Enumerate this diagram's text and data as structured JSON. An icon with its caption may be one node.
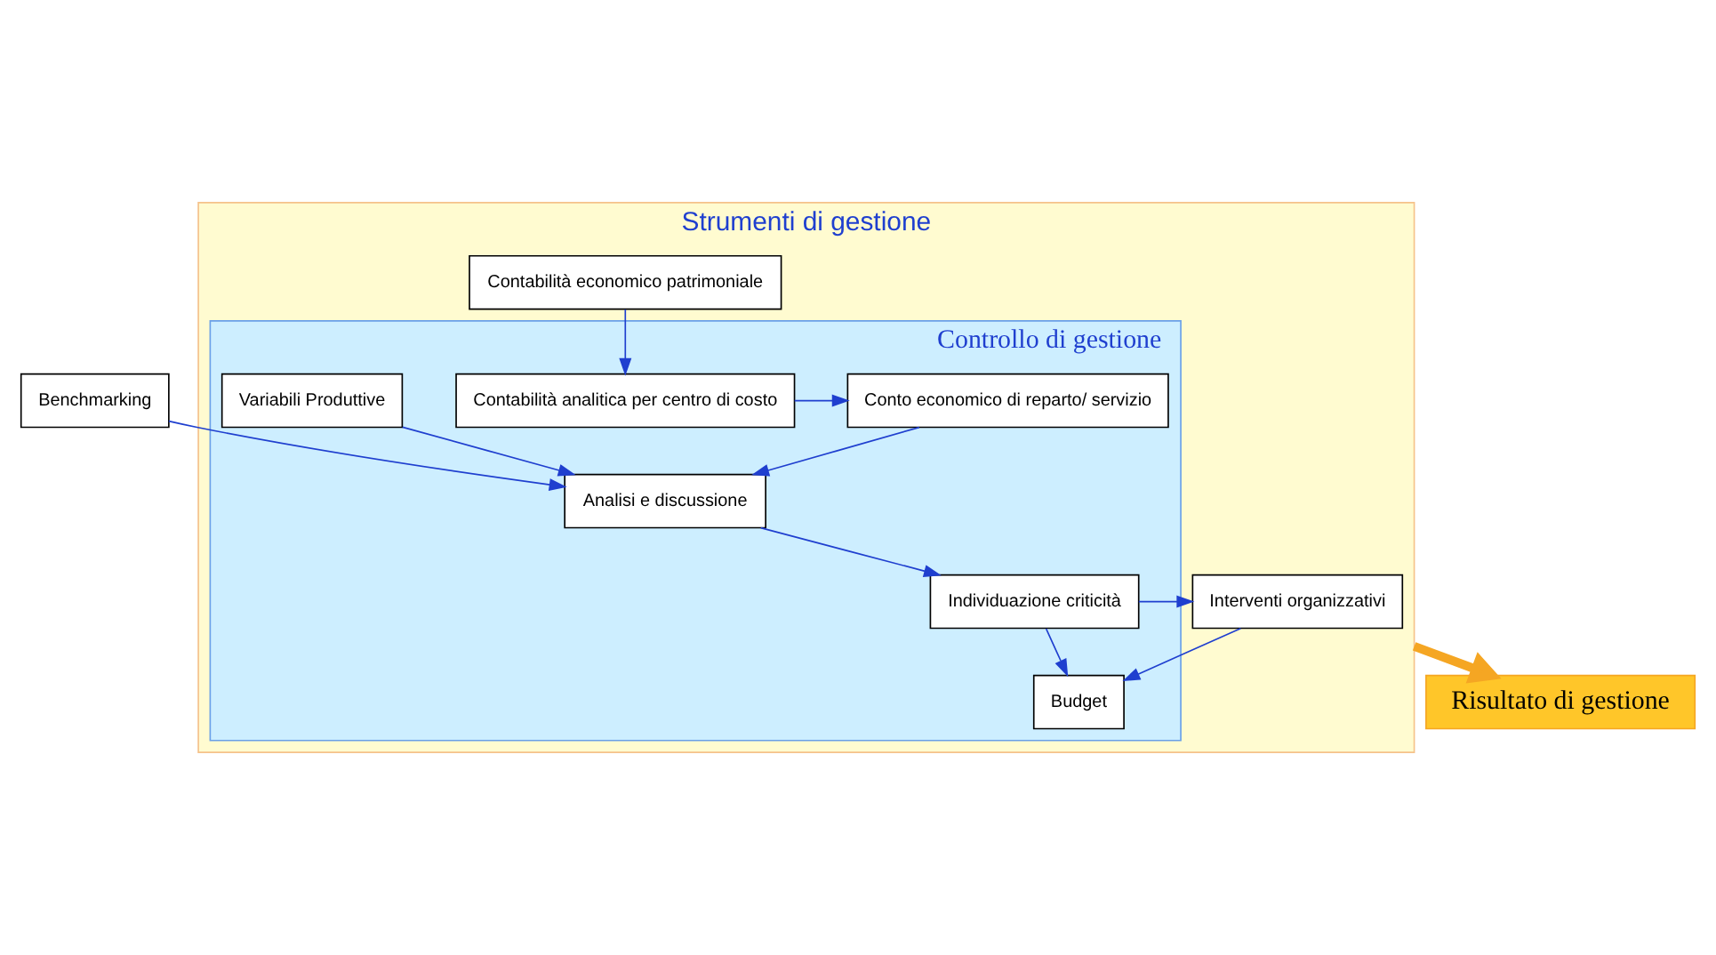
{
  "diagram": {
    "nodes": [
      {
        "text": [
          "Strumenti di gestione"
        ]
      },
      {
        "text": [
          "Controllo di gestione"
        ],
        "in": 0
      },
      {
        "text": [
          "Contabilità economico patrimoniale"
        ],
        "in": 0
      },
      {
        "text": [
          "Contabilità analitica per centro di costo"
        ],
        "in": 1
      },
      {
        "text": [
          "Conto economico di reparto/ servizio"
        ],
        "in": 1
      },
      {
        "text": [
          "Variabili Produttive"
        ],
        "in": 1
      },
      {
        "text": [
          "Analisi e discussione"
        ],
        "in": 1
      },
      {
        "text": [
          "Benchmarking"
        ]
      },
      {
        "text": [
          "Individuazione criticità"
        ],
        "in": 1
      },
      {
        "text": [
          "Interventi organizzativi"
        ],
        "in": 0
      },
      {
        "text": [
          "Budget"
        ],
        "in": 1
      },
      {
        "text": [
          "Risultato di gestione"
        ]
      }
    ],
    "edges": [
      {
        "from": 2,
        "to": 3,
        "arrow": "to"
      },
      {
        "from": 3,
        "to": 4,
        "arrow": "to"
      },
      {
        "from": 4,
        "to": 6,
        "arrow": "to"
      },
      {
        "from": 5,
        "to": 6,
        "arrow": "to"
      },
      {
        "from": 7,
        "to": 6,
        "arrow": "to"
      },
      {
        "from": 6,
        "to": 8,
        "arrow": "to"
      },
      {
        "from": 8,
        "to": 9,
        "arrow": "to"
      },
      {
        "from": 8,
        "to": 10,
        "arrow": "to"
      },
      {
        "from": 9,
        "to": 10,
        "arrow": "to"
      },
      {
        "from": 0,
        "to": 11,
        "arrow": "to",
        "style": "thick",
        "color": "#f5a623"
      }
    ]
  }
}
